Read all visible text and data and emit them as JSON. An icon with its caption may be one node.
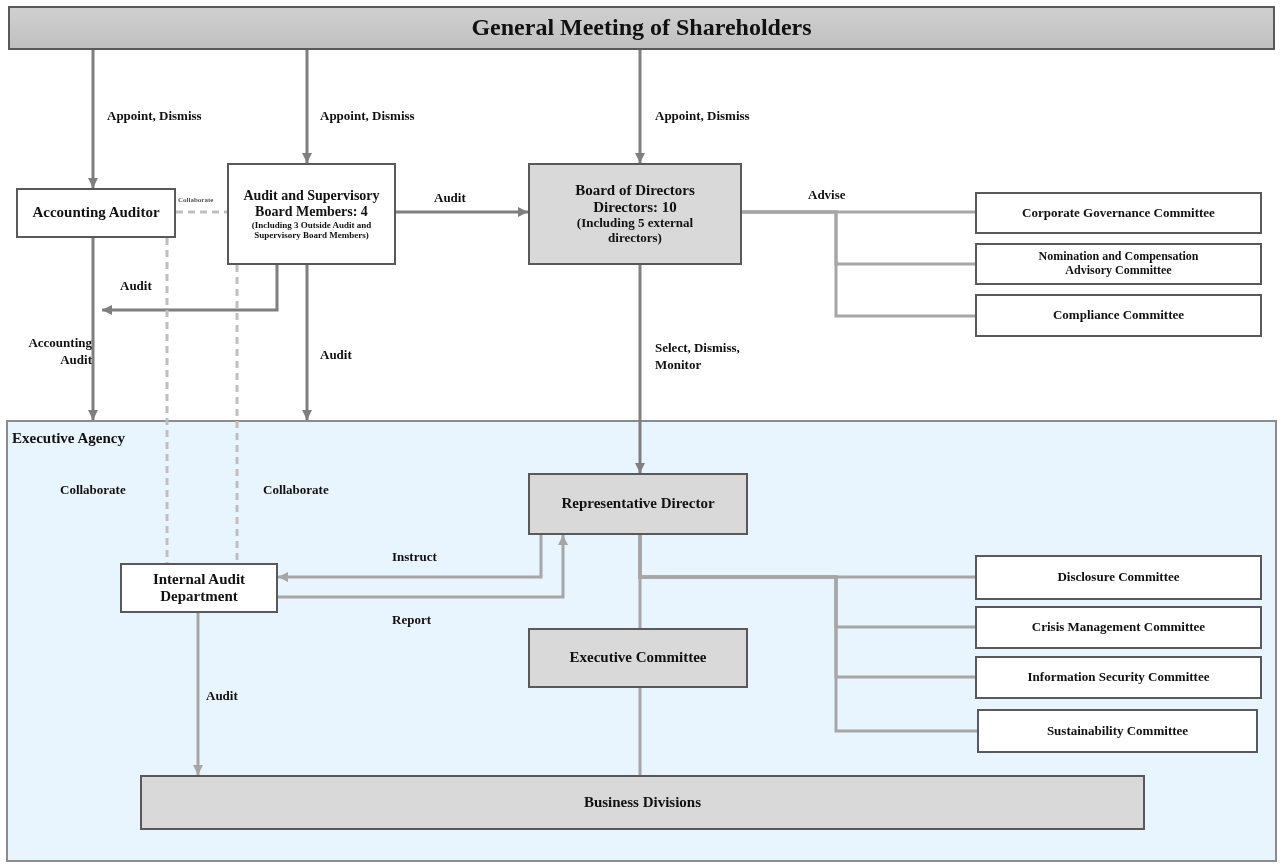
{
  "diagram": {
    "nodes": [
      {
        "text": [
          "General Meeting of Shareholders"
        ]
      },
      {
        "text": [
          "Accounting Auditor"
        ]
      },
      {
        "text": [
          "Audit and Supervisory Board Members: 4",
          "(Including 3 Outside Audit and Supervisory Board Members)"
        ]
      },
      {
        "text": [
          "Board of Directors",
          "Directors: 10",
          "(Including 5 external directors)"
        ]
      },
      {
        "text": [
          "Corporate Governance Committee"
        ]
      },
      {
        "text": [
          "Nomination and Compensation Advisory Committee"
        ]
      },
      {
        "text": [
          "Compliance Committee"
        ]
      },
      {
        "text": [
          "Executive Agency"
        ]
      },
      {
        "text": [
          "Representative Director"
        ],
        "in": 7
      },
      {
        "text": [
          "Internal Audit Department"
        ],
        "in": 7
      },
      {
        "text": [
          "Executive Committee"
        ],
        "in": 7
      },
      {
        "text": [
          "Disclosure Committee"
        ],
        "in": 7
      },
      {
        "text": [
          "Crisis Management Committee"
        ],
        "in": 7
      },
      {
        "text": [
          "Information Security Committee"
        ],
        "in": 7
      },
      {
        "text": [
          "Sustainability Committee"
        ],
        "in": 7
      },
      {
        "text": [
          "Business Divisions"
        ],
        "in": 7
      }
    ],
    "edges": [
      {
        "from": 0,
        "to": 1,
        "arrow": "to",
        "label": "Appoint, Dismiss",
        "color": "#7f7f7f"
      },
      {
        "from": 0,
        "to": 2,
        "arrow": "to",
        "label": "Appoint, Dismiss",
        "color": "#7f7f7f"
      },
      {
        "from": 0,
        "to": 3,
        "arrow": "to",
        "label": "Appoint, Dismiss",
        "color": "#7f7f7f"
      },
      {
        "from": 1,
        "to": 2,
        "arrow": "none",
        "label": "Collaborate",
        "style": "dashed",
        "color": "#bfbfbf"
      },
      {
        "from": 2,
        "to": 3,
        "arrow": "to",
        "label": "Audit",
        "color": "#7f7f7f"
      },
      {
        "from": 2,
        "to": 1,
        "arrow": "to",
        "label": "Audit",
        "color": "#7f7f7f"
      },
      {
        "from": 1,
        "to": 7,
        "arrow": "to",
        "label": "Accounting Audit",
        "color": "#7f7f7f"
      },
      {
        "from": 2,
        "to": 7,
        "arrow": "to",
        "label": "Audit",
        "color": "#7f7f7f"
      },
      {
        "from": 3,
        "to": 8,
        "arrow": "to",
        "label": "Select, Dismiss, Monitor",
        "color": "#7f7f7f"
      },
      {
        "from": 3,
        "to": 4,
        "arrow": "none",
        "label": "Advise"
      },
      {
        "from": 3,
        "to": 5,
        "arrow": "none"
      },
      {
        "from": 3,
        "to": 6,
        "arrow": "none"
      },
      {
        "from": 1,
        "to": 9,
        "arrow": "none",
        "label": "Collaborate",
        "style": "dashed",
        "color": "#bfbfbf"
      },
      {
        "from": 2,
        "to": 9,
        "arrow": "none",
        "label": "Collaborate",
        "style": "dashed",
        "color": "#bfbfbf"
      },
      {
        "from": 8,
        "to": 9,
        "arrow": "to",
        "label": "Instruct"
      },
      {
        "from": 9,
        "to": 8,
        "arrow": "to",
        "label": "Report"
      },
      {
        "from": 8,
        "to": 10,
        "arrow": "none"
      },
      {
        "from": 8,
        "to": 11,
        "arrow": "none"
      },
      {
        "from": 8,
        "to": 12,
        "arrow": "none"
      },
      {
        "from": 8,
        "to": 13,
        "arrow": "none"
      },
      {
        "from": 8,
        "to": 14,
        "arrow": "none"
      },
      {
        "from": 10,
        "to": 15,
        "arrow": "none"
      },
      {
        "from": 9,
        "to": 15,
        "arrow": "to",
        "label": "Audit"
      }
    ]
  }
}
